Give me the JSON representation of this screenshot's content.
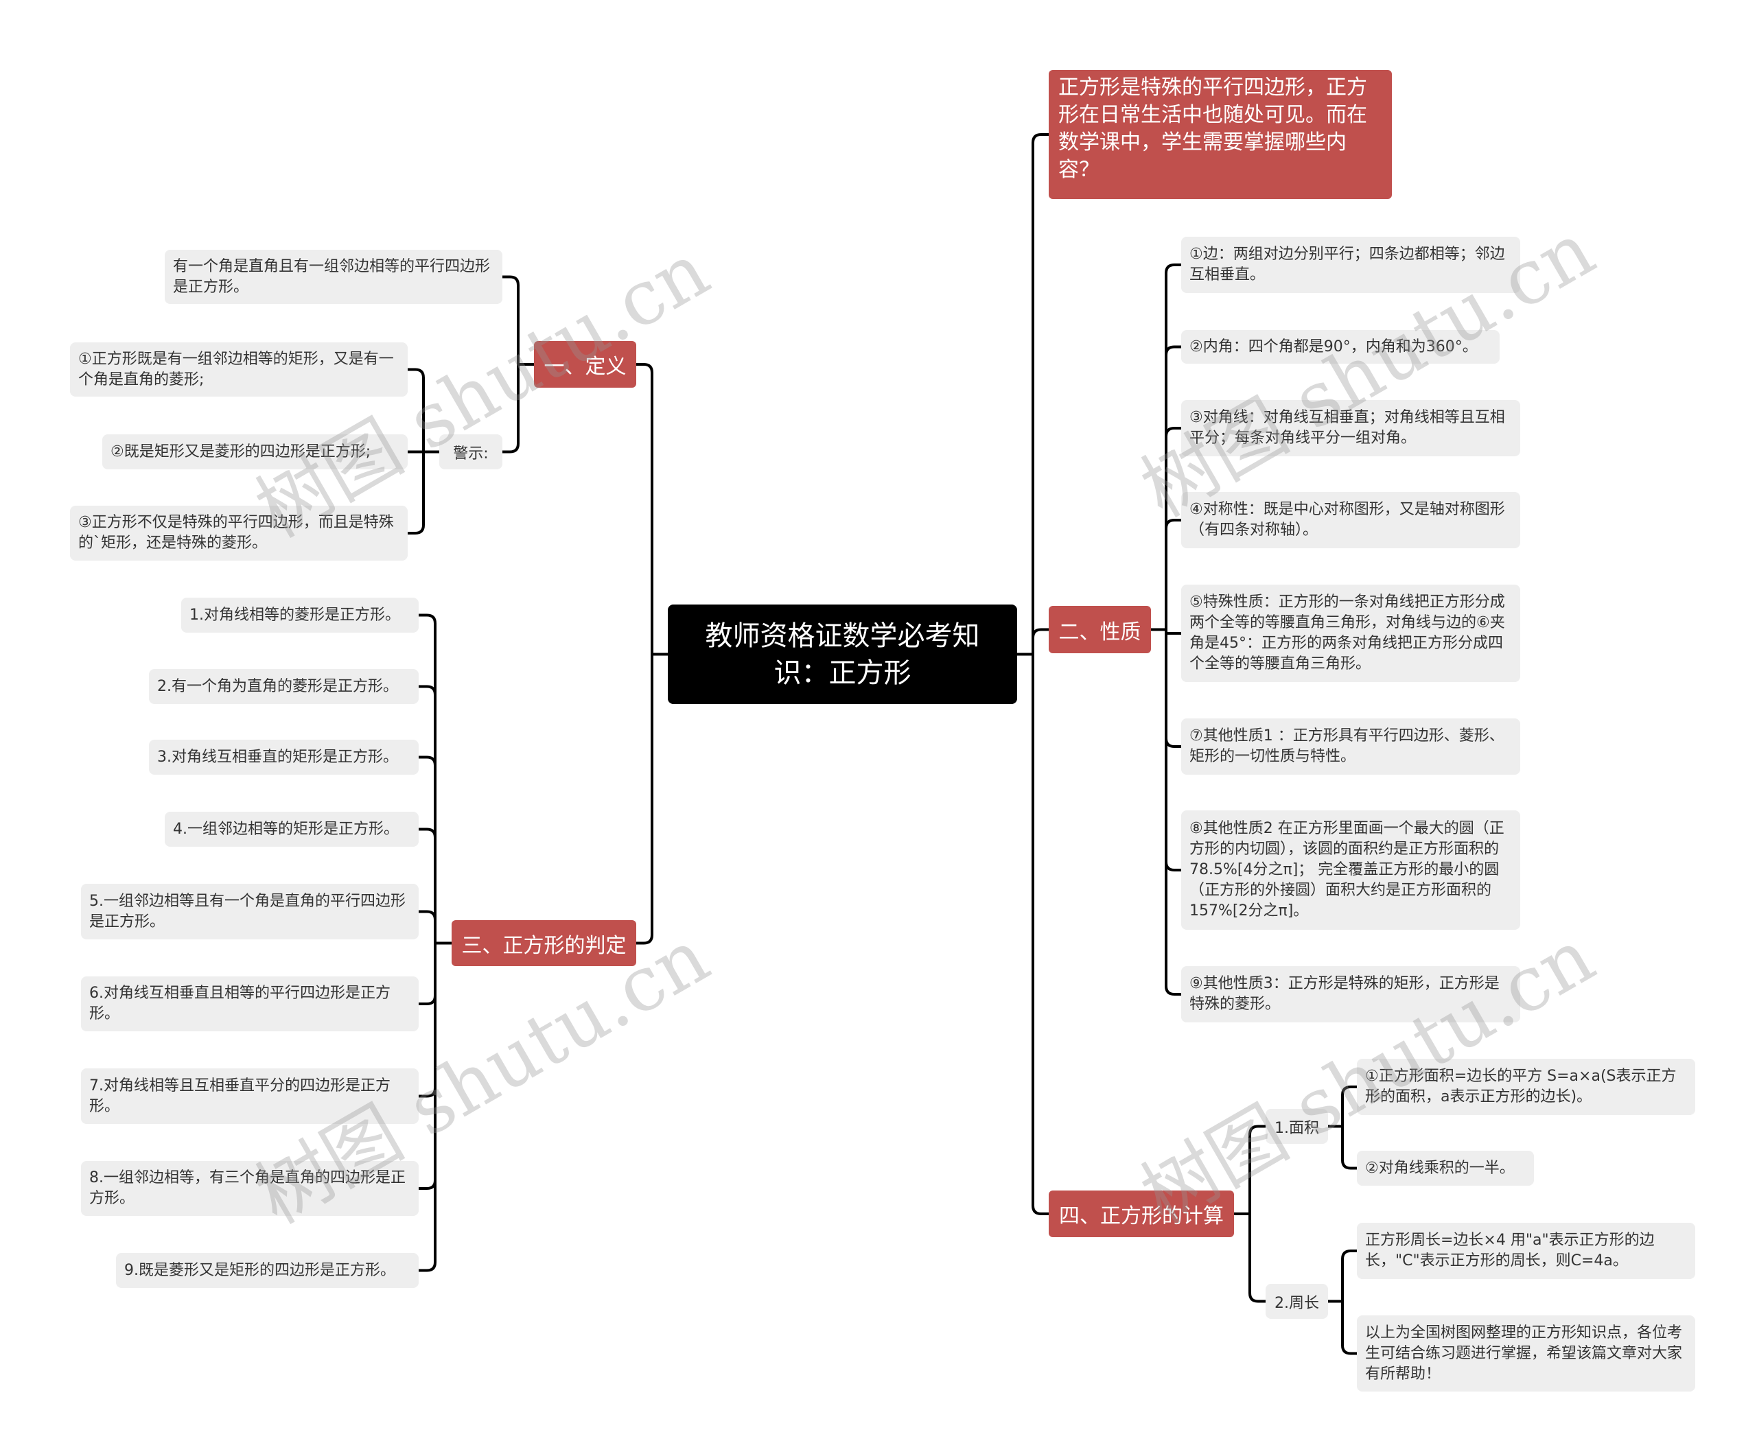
{
  "colors": {
    "branch": "#c0504d",
    "root": "#000000",
    "leaf": "#eeeeee",
    "line": "#000000"
  },
  "watermark": "树图 shutu.cn",
  "root": "教师资格证数学必考知识：正方形",
  "intro": "正方形是特殊的平行四边形，正方形在日常生活中也随处可见。而在数学课中，学生需要掌握哪些内容？",
  "definition": {
    "label": "一、定义",
    "text": "有一个角是直角且有一组邻边相等的平行四边形是正方形。",
    "warning_label": "警示:",
    "warnings": [
      "①正方形既是有一组邻边相等的矩形，又是有一个角是直角的菱形;",
      "②既是矩形又是菱形的四边形是正方形;",
      "③正方形不仅是特殊的平行四边形，而且是特殊的`矩形，还是特殊的菱形。"
    ]
  },
  "properties": {
    "label": "二、性质",
    "items": [
      "①边：两组对边分别平行；四条边都相等；邻边互相垂直。",
      "②内角：四个角都是90°，内角和为360°。",
      "③对角线：对角线互相垂直；对角线相等且互相平分；每条对角线平分一组对角。",
      "④对称性：既是中心对称图形，又是轴对称图形（有四条对称轴）。",
      "⑤特殊性质：正方形的一条对角线把正方形分成两个全等的等腰直角三角形，对角线与边的⑥夹角是45°：正方形的两条对角线把正方形分成四个全等的等腰直角三角形。",
      "⑦其他性质1 ：正方形具有平行四边形、菱形、矩形的一切性质与特性。",
      "⑧其他性质2 在正方形里面画一个最大的圆（正方形的内切圆），该圆的面积约是正方形面积的78.5%[4分之π]； 完全覆盖正方形的最小的圆（正方形的外接圆）面积大约是正方形面积的157%[2分之π]。",
      "⑨其他性质3：正方形是特殊的矩形，正方形是特殊的菱形。"
    ]
  },
  "judgment": {
    "label": "三、正方形的判定",
    "items": [
      "1.对角线相等的菱形是正方形。",
      "2.有一个角为直角的菱形是正方形。",
      "3.对角线互相垂直的矩形是正方形。",
      "4.一组邻边相等的矩形是正方形。",
      "5.一组邻边相等且有一个角是直角的平行四边形是正方形。",
      "6.对角线互相垂直且相等的平行四边形是正方形。",
      "7.对角线相等且互相垂直平分的四边形是正方形。",
      "8.一组邻边相等，有三个角是直角的四边形是正方形。",
      "9.既是菱形又是矩形的四边形是正方形。"
    ]
  },
  "calculation": {
    "label": "四、正方形的计算",
    "area": {
      "label": "1.面积",
      "items": [
        "①正方形面积=边长的平方 S=a×a(S表示正方形的面积，a表示正方形的边长)。",
        "②对角线乘积的一半。"
      ]
    },
    "perimeter": {
      "label": "2.周长",
      "items": [
        "正方形周长=边长×4 用\"a\"表示正方形的边长，\"C\"表示正方形的周长，则C=4a。",
        "以上为全国树图网整理的正方形知识点，各位考生可结合练习题进行掌握，希望该篇文章对大家有所帮助！"
      ]
    }
  }
}
